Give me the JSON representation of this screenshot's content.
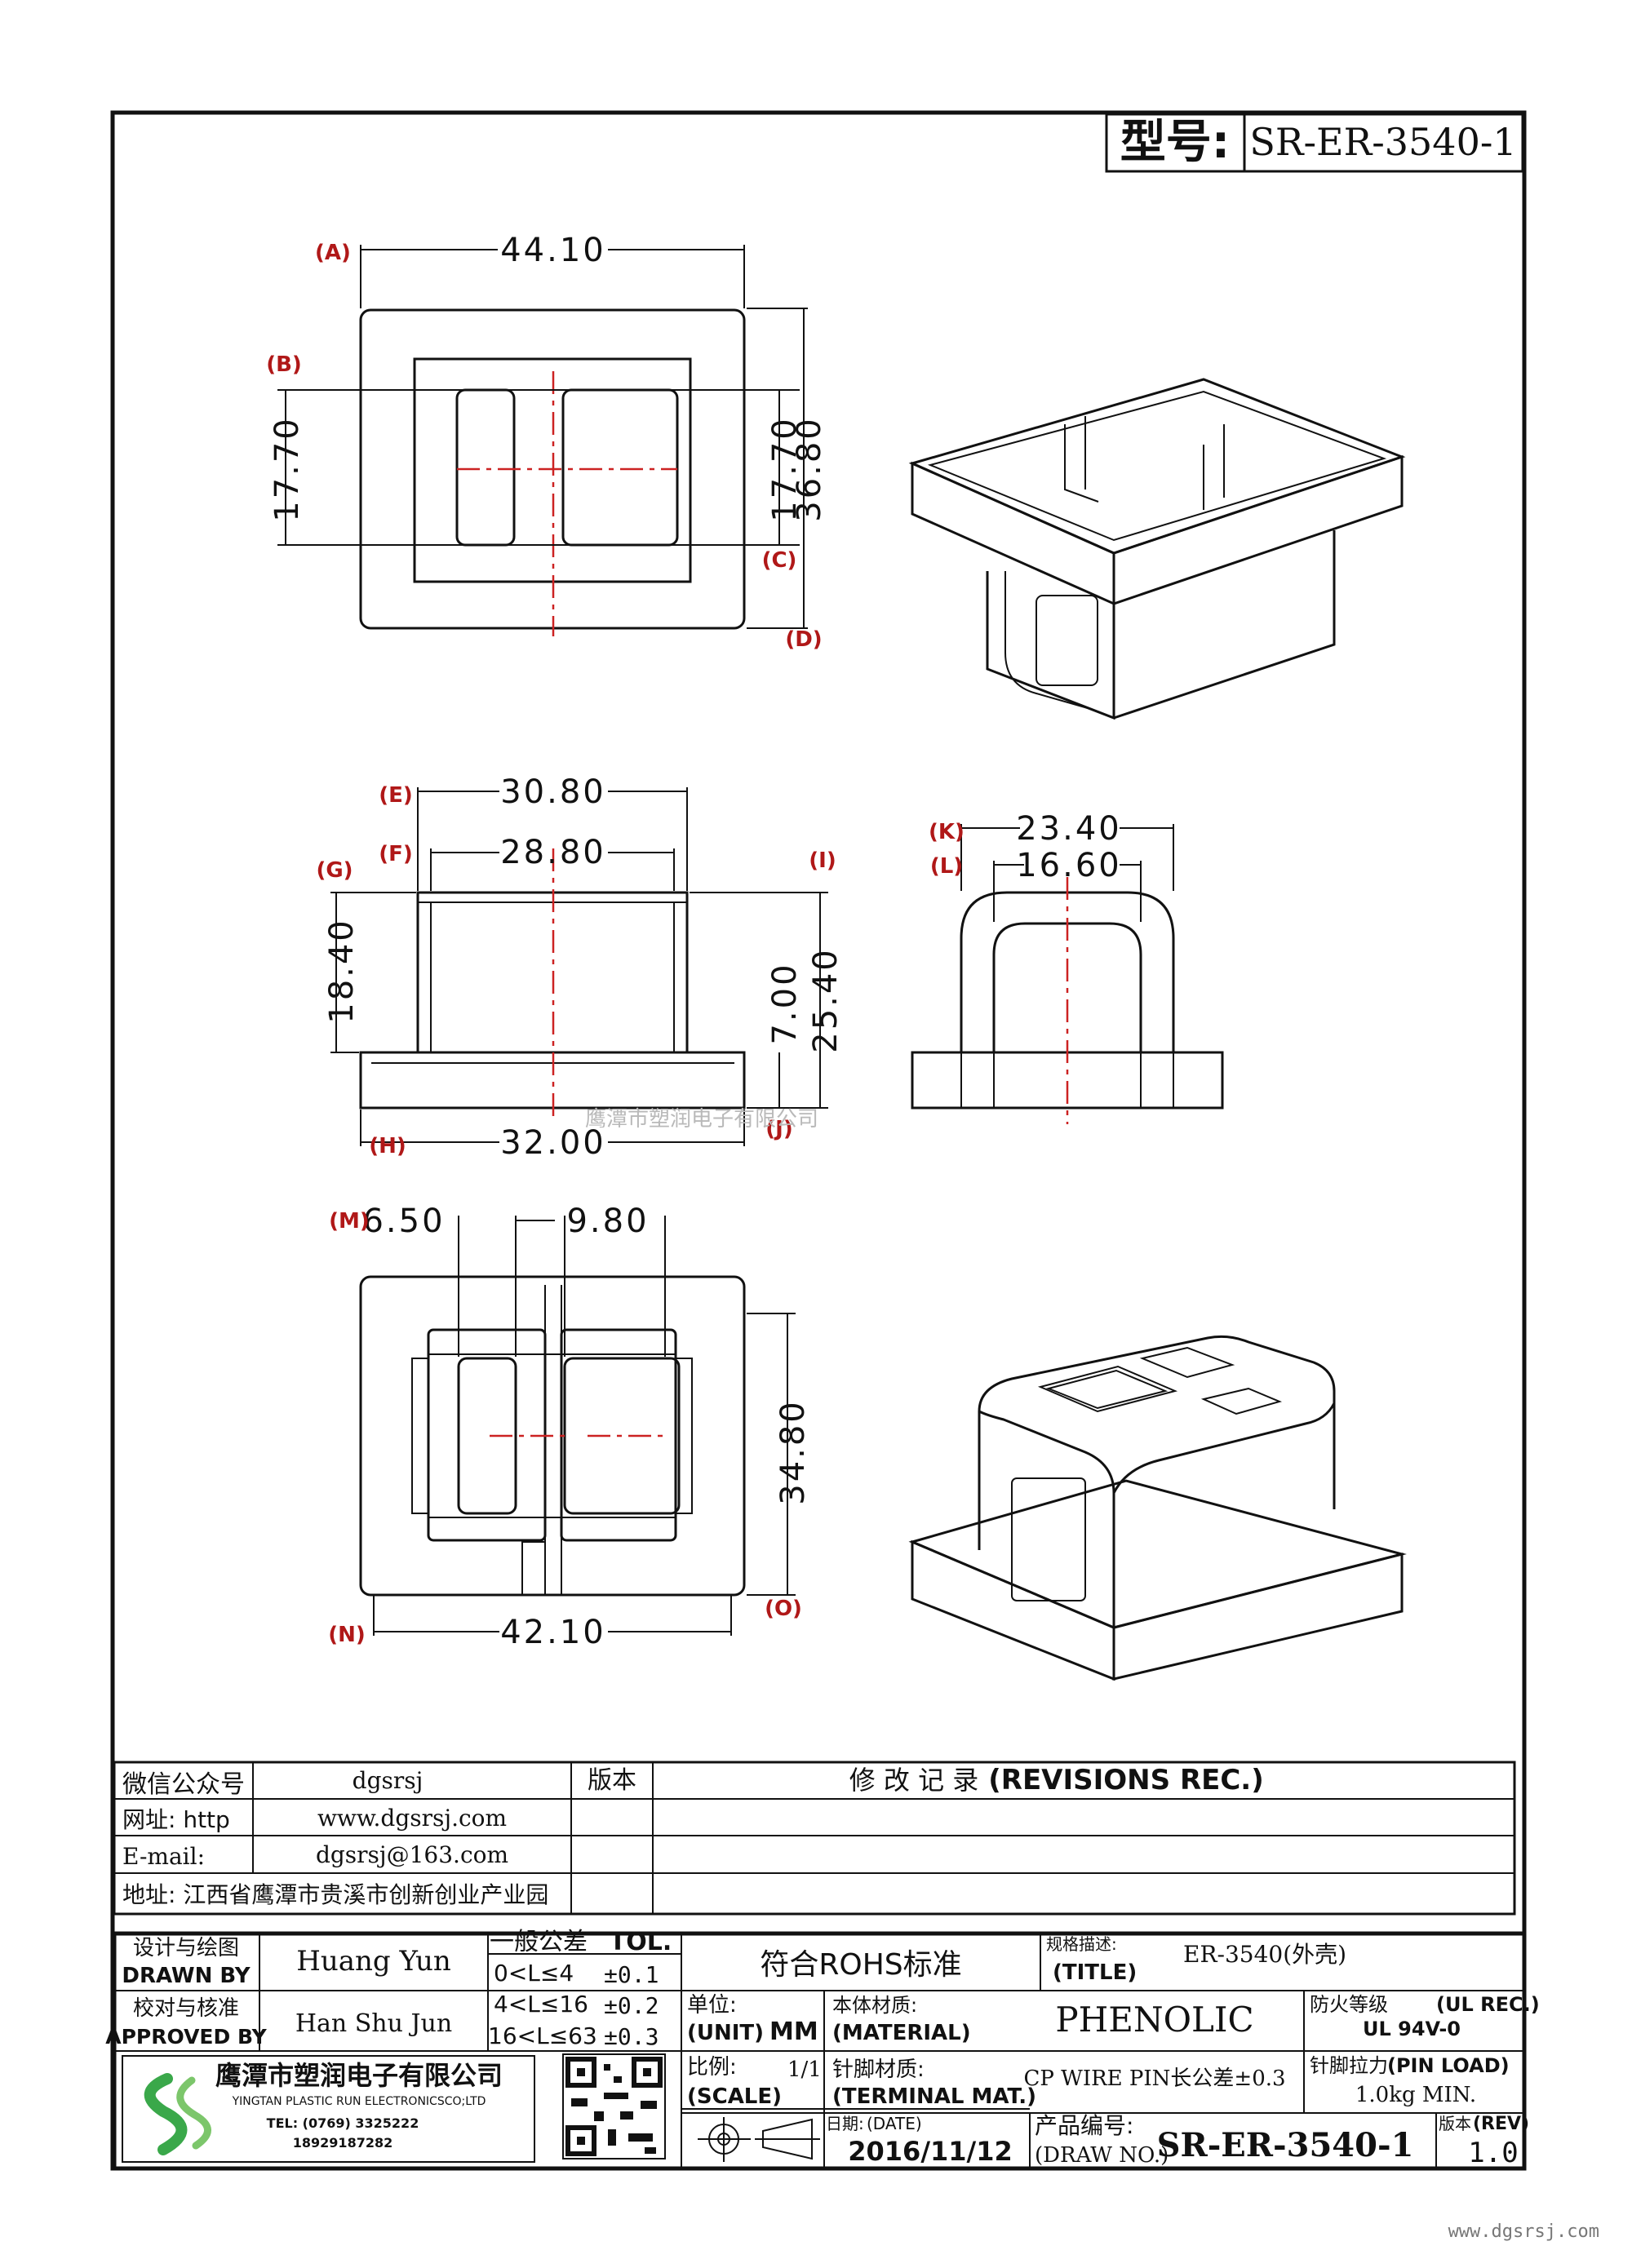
{
  "model": {
    "label": "型号:",
    "value": "SR-ER-3540-1"
  },
  "dims": {
    "A": "(A)",
    "B": "(B)",
    "C": "(C)",
    "D": "(D)",
    "E": "(E)",
    "F": "(F)",
    "G": "(G)",
    "H": "(H)",
    "I": "(I)",
    "J": "(J)",
    "K": "(K)",
    "L": "(L)",
    "M": "(M)",
    "N": "(N)",
    "O": "(O)",
    "top_width": "44.10",
    "top_inner_h_left": "17.70",
    "top_inner_h_right": "17.70",
    "top_height": "36.80",
    "front_width_e": "30.80",
    "front_width_f": "28.80",
    "front_height_g": "18.40",
    "front_base_h": "32.00",
    "front_base_j": "7.00",
    "front_total": "25.40",
    "side_k": "23.40",
    "side_l": "16.60",
    "bottom_m": "6.50",
    "bottom_slot": "9.80",
    "bottom_height": "34.80",
    "bottom_width": "42.10"
  },
  "watermark_center": "鹰潭市塑润电子有限公司",
  "contact": {
    "wechat_label": "微信公众号",
    "wechat_value": "dgsrsj",
    "web_label": "网址: http",
    "web_value": "www.dgsrsj.com",
    "email_label": "E-mail:",
    "email_value": "dgsrsj@163.com",
    "address": "地址: 江西省鹰潭市贵溪市创新创业产业园"
  },
  "revisions": {
    "version_header": "版本",
    "title_cn": "修 改 记 录",
    "title_en": "(REVISIONS REC.)"
  },
  "title_block": {
    "designer_cn": "设计与绘图",
    "designer_en": "DRAWN BY",
    "designer": "Huang Yun",
    "approver_cn": "校对与核准",
    "approver_en": "APPROVED BY",
    "approver": "Han Shu Jun",
    "tol_cn": "一般公差",
    "tol_en": "TOL.",
    "tol_rows": [
      {
        "range": "0<L≤4",
        "value": "±0.1"
      },
      {
        "range": "4<L≤16",
        "value": "±0.2"
      },
      {
        "range": "16<L≤63",
        "value": "±0.3"
      }
    ],
    "rohs": "符合ROHS标准",
    "spec_cn": "规格描述:",
    "spec_en": "(TITLE)",
    "spec_value": "ER-3540(外壳)",
    "unit_cn": "单位:",
    "unit_en": "(UNIT)",
    "unit_value": "MM",
    "material_cn": "本体材质:",
    "material_en": "(MATERIAL)",
    "material_value": "PHENOLIC",
    "fire_cn": "防火等级",
    "fire_en": "(UL REC.)",
    "fire_value": "UL 94V-0",
    "scale_cn": "比例:",
    "scale_en": "(SCALE)",
    "scale_value": "1/1",
    "terminal_cn": "针脚材质:",
    "terminal_en": "(TERMINAL MAT.)",
    "terminal_value": "CP WIRE  PIN长公差±0.3",
    "pinload_cn": "针脚拉力",
    "pinload_en": "(PIN LOAD)",
    "pinload_value": "1.0kg MIN.",
    "date_cn": "日期:",
    "date_en": "(DATE)",
    "date_value": "2016/11/12",
    "drawno_cn": "产品编号:",
    "drawno_en": "(DRAW NO.)",
    "drawno_value": "SR-ER-3540-1",
    "rev_cn": "版本",
    "rev_en": "(REV)",
    "rev_value": "1.0"
  },
  "company": {
    "name_cn": "鹰潭市塑润电子有限公司",
    "name_en": "YINGTAN PLASTIC RUN ELECTRONICSCO;LTD",
    "tel": "TEL: (0769) 3325222",
    "mobile": "18929187282"
  },
  "footer_url": "www.dgsrsj.com",
  "colors": {
    "center_line": "#cc2222",
    "line": "#111111",
    "logo_green": "#3aa84a",
    "watermark": "#b9b9b9"
  }
}
